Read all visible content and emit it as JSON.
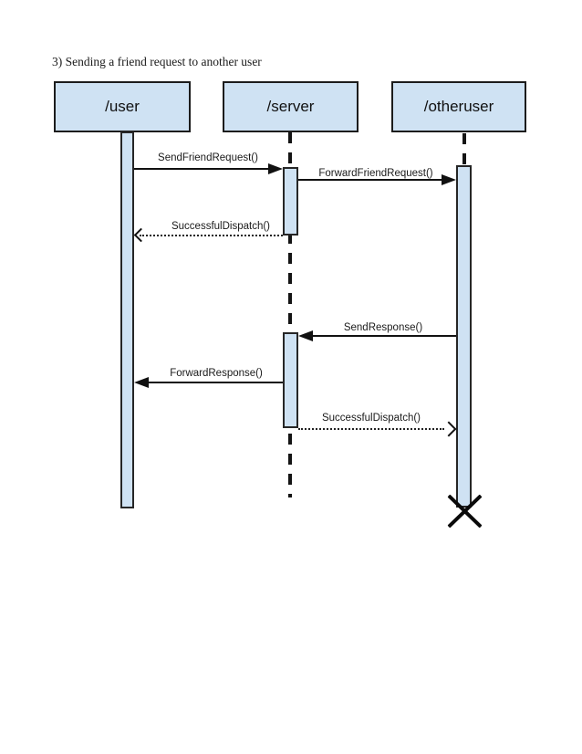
{
  "title": "3) Sending a friend request to another user",
  "colors": {
    "background": "#ffffff",
    "shape_fill": "#cfe2f3",
    "shape_border": "#1c1c1c",
    "line": "#111111",
    "text": "#1a1a1a"
  },
  "diagram": {
    "type": "uml-sequence",
    "actors": [
      {
        "label": "/user"
      },
      {
        "label": "/server"
      },
      {
        "label": "/otheruser"
      }
    ],
    "messages": [
      {
        "label": "SendFriendRequest()",
        "from": "/user",
        "to": "/server",
        "line": "solid",
        "arrowhead": "filled"
      },
      {
        "label": "ForwardFriendRequest()",
        "from": "/server",
        "to": "/otheruser",
        "line": "solid",
        "arrowhead": "filled"
      },
      {
        "label": "SuccessfulDispatch()",
        "from": "/server",
        "to": "/user",
        "line": "dotted",
        "arrowhead": "open"
      },
      {
        "label": "SendResponse()",
        "from": "/otheruser",
        "to": "/server",
        "line": "solid",
        "arrowhead": "filled"
      },
      {
        "label": "ForwardResponse()",
        "from": "/server",
        "to": "/user",
        "line": "solid",
        "arrowhead": "filled"
      },
      {
        "label": "SuccessfulDispatch()",
        "from": "/server",
        "to": "/otheruser",
        "line": "dotted",
        "arrowhead": "open"
      }
    ],
    "lifeline_end_marker": "destroy-x"
  }
}
